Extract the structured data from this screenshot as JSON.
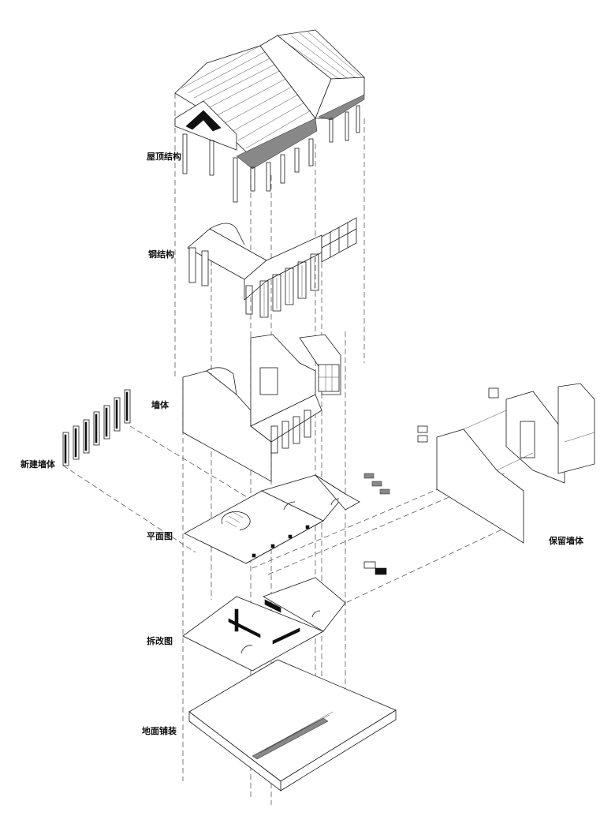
{
  "layers": {
    "roof": "屋顶结构",
    "steel": "钢结构",
    "walls": "墙体",
    "new_walls": "新建墙体",
    "plan": "平面图",
    "retained_walls": "保留墙体",
    "demolition": "拆改图",
    "flooring": "地面铺装"
  },
  "colors": {
    "line": "#1a1a1a",
    "fill_dark": "#111111",
    "hatch": "#888888",
    "background": "#ffffff"
  }
}
